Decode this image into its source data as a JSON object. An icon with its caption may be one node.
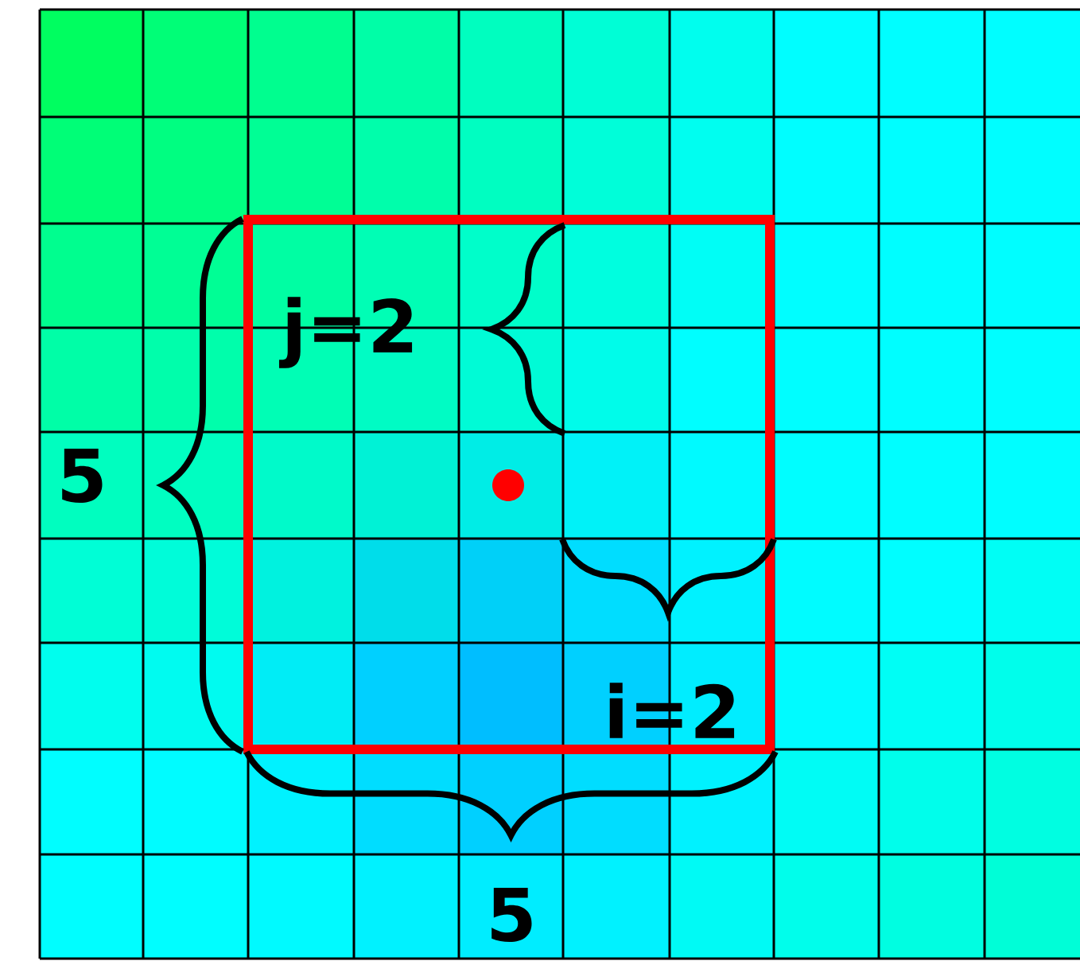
{
  "diagram": {
    "labels": [
      "j=2",
      "5",
      "i=2",
      "5"
    ]
  }
}
